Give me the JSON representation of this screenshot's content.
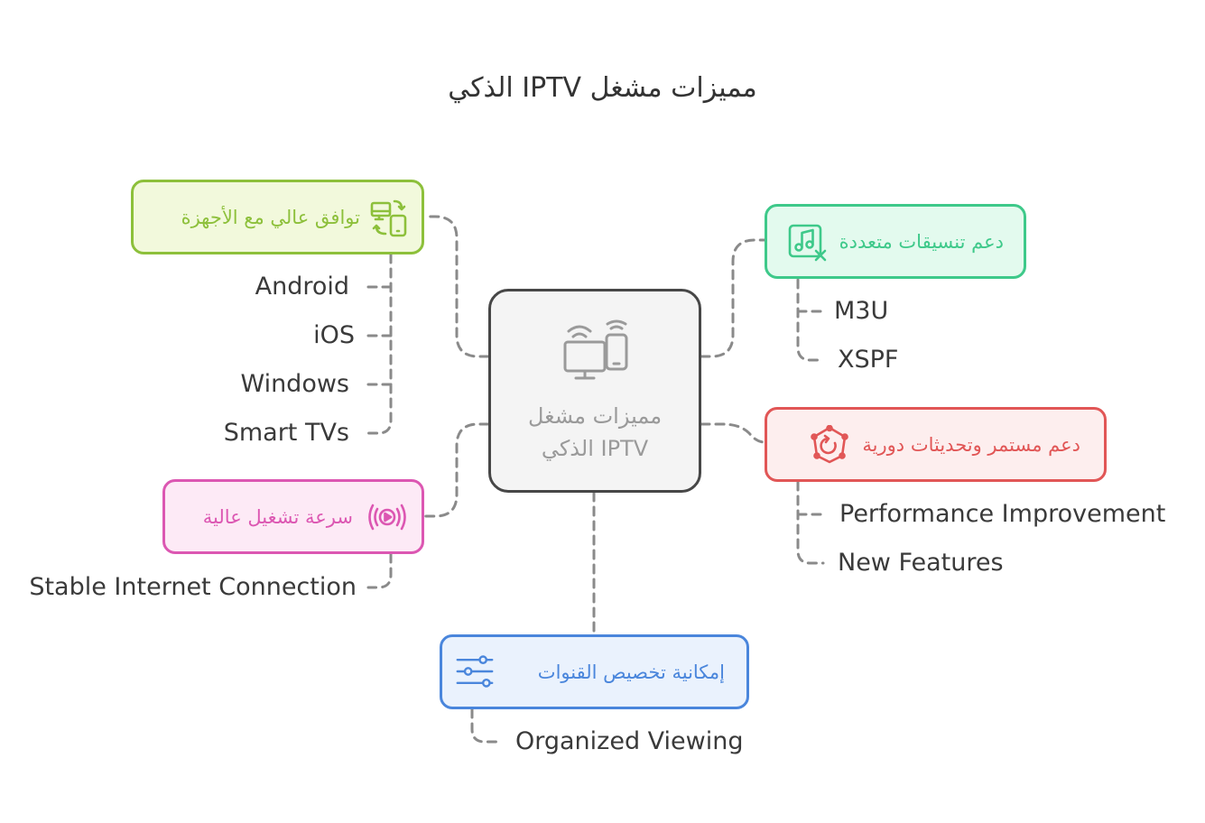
{
  "title": "مميزات مشغل IPTV الذكي",
  "center": {
    "line1": "مميزات مشغل",
    "line2": "IPTV الذكي",
    "icon": "tv-phone-wifi-icon"
  },
  "branches": {
    "compatibility": {
      "label": "توافق عالي مع الأجهزة",
      "icon": "devices-sync-icon",
      "color": "#8dc03b",
      "fill": "#f2f9dc",
      "items": [
        "Android",
        "iOS",
        "Windows",
        "Smart TVs"
      ]
    },
    "formats": {
      "label": "دعم تنسيقات متعددة",
      "icon": "music-file-shuffle-icon",
      "color": "#3ec98a",
      "fill": "#e3faee",
      "items": [
        "M3U",
        "XSPF"
      ]
    },
    "updates": {
      "label": "دعم مستمر وتحديثات دورية",
      "icon": "refresh-gear-icon",
      "color": "#e15656",
      "fill": "#fdeeee",
      "items": [
        "Performance Improvement",
        "New Features"
      ]
    },
    "speed": {
      "label": "سرعة تشغيل عالية",
      "icon": "broadcast-play-icon",
      "color": "#dc57b2",
      "fill": "#fdeaf6",
      "items": [
        "Stable Internet Connection"
      ]
    },
    "customization": {
      "label": "إمكانية تخصيص القنوات",
      "icon": "sliders-icon",
      "color": "#4a86dc",
      "fill": "#eaf2fd",
      "items": [
        "Organized Viewing"
      ]
    }
  }
}
